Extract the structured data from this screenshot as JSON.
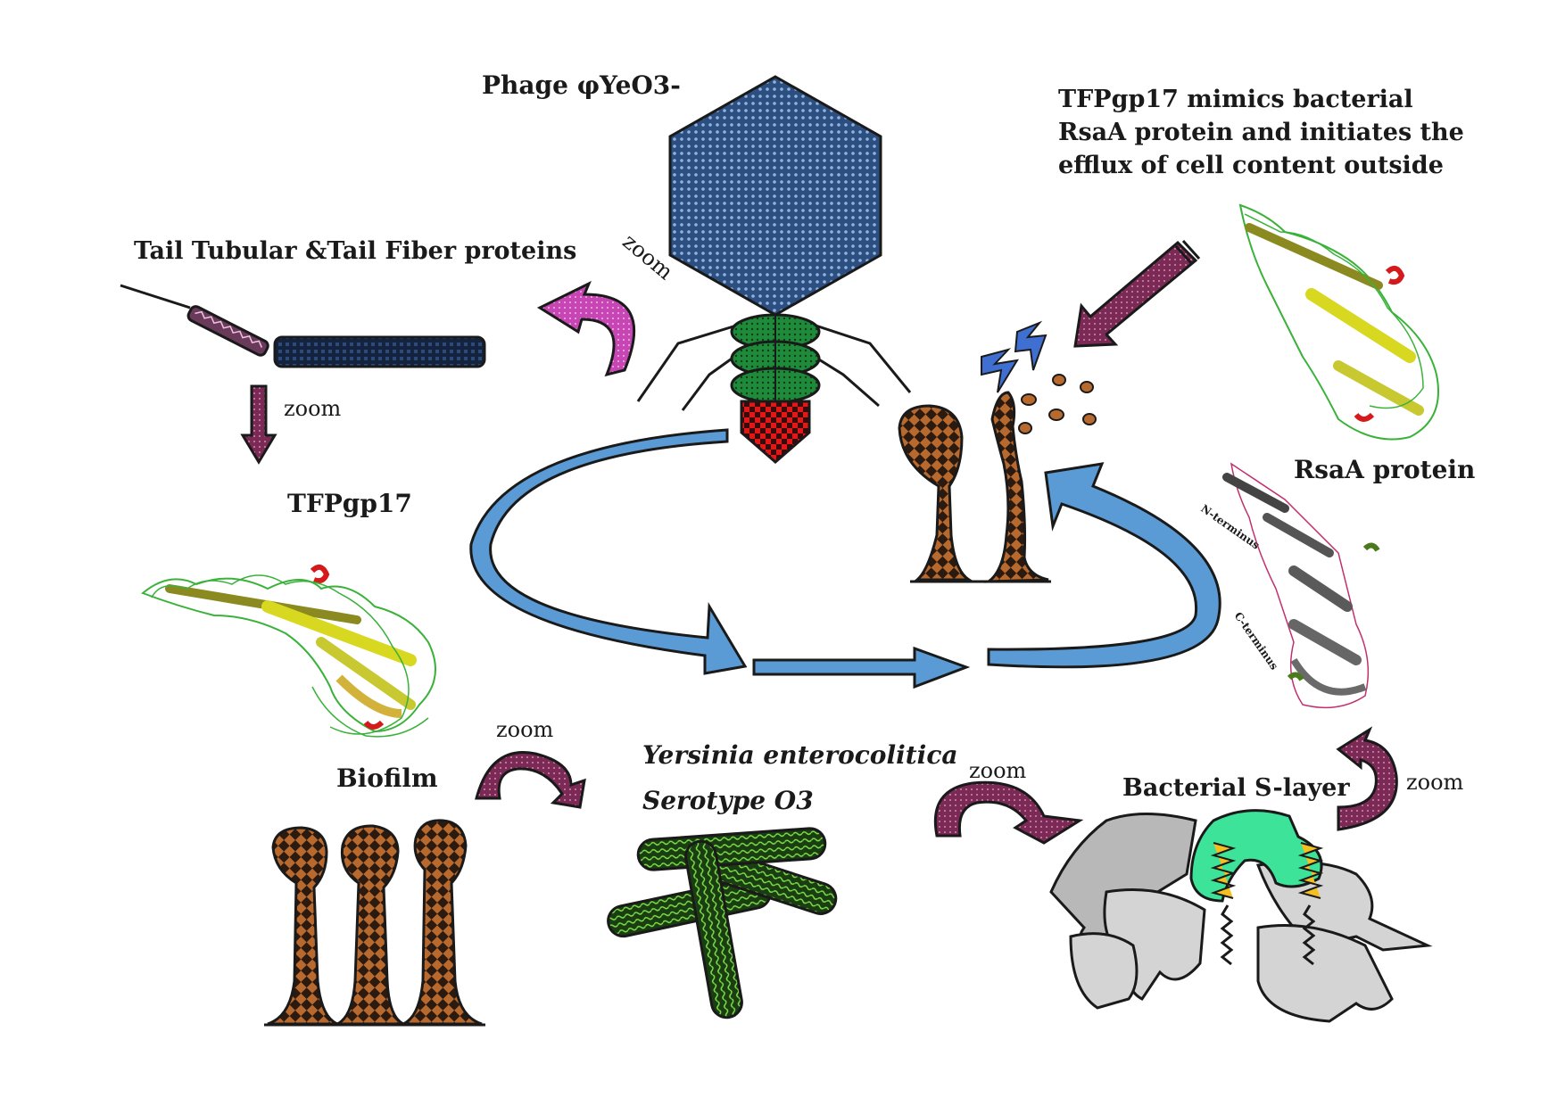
{
  "labels": {
    "phage": "Phage φYeO3-",
    "mimic_line1": "TFPgp17 mimics bacterial",
    "mimic_line2": "RsaA protein and initiates the",
    "mimic_line3": "efflux of cell content outside",
    "tail_proteins": "Tail Tubular &Tail Fiber proteins",
    "tfpgp17": "TFPgp17",
    "rsaa": "RsaA protein",
    "biofilm": "Biofilm",
    "yersinia": "Yersinia enterocolitica",
    "serotype": "Serotype O3",
    "slayer": "Bacterial S-layer",
    "n_terminus": "N-terminus",
    "c_terminus": "C-terminus"
  },
  "zoom_labels": {
    "phage_to_tail": "zoom",
    "tail_to_tfp": "zoom",
    "biofilm_to_bacteria": "zoom",
    "bacteria_to_slayer": "zoom",
    "slayer_to_rsaa": "zoom"
  },
  "colors": {
    "capsid": "#4a6fa8",
    "collar": "#1f8a3a",
    "tail_tip": "#d41a1a",
    "biofilm": "#b8692e",
    "bacteria": "#2f7a22",
    "cycle_arrow": "#5b9bd5",
    "zoom_arrow": "#7a2a55",
    "zoom_arrow_pink": "#c646b4",
    "slayer_green": "#3ee39a",
    "slayer_gray": "#d4d4d4",
    "spring": "#f4c020"
  }
}
